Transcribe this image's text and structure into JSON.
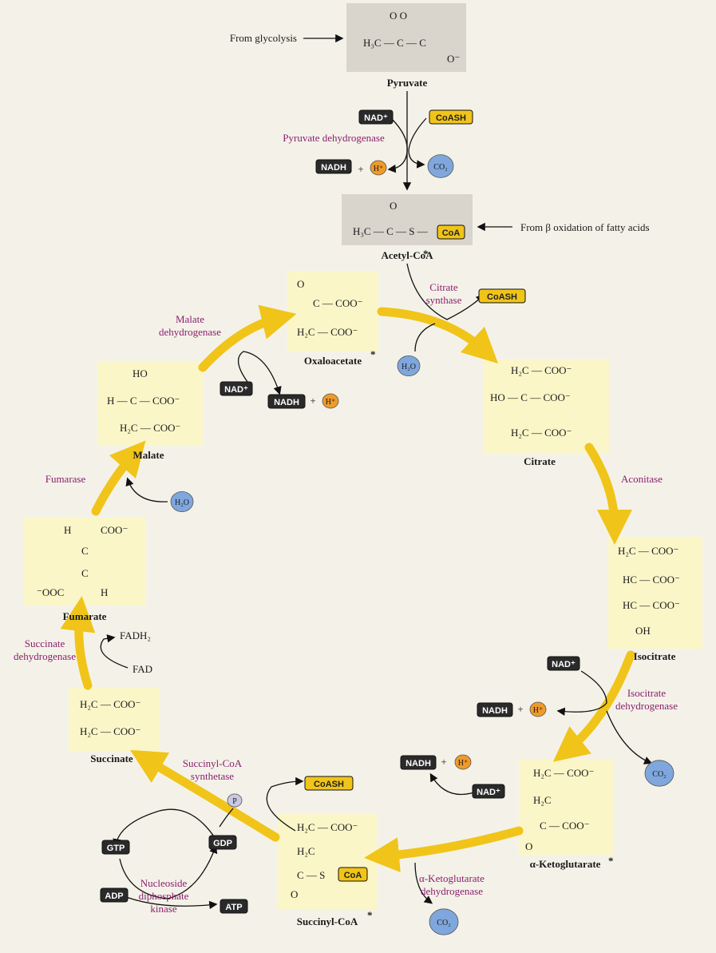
{
  "colors": {
    "box": "#fbf6c8",
    "boxGray": "#d9d4cc",
    "arrow": "#f0c419",
    "enzyme": "#8a1f6e",
    "coin": "#ef9a2a",
    "co2": "#7fa7dd",
    "token": "#2a2a2a"
  },
  "inputs": {
    "from_glycolysis": "From glycolysis",
    "from_fatty_acids": "From β oxidation of fatty acids"
  },
  "tokens": {
    "nad": "NAD⁺",
    "nadh": "NADH",
    "coash": "CoASH",
    "h": "H⁺",
    "co2": "CO₂",
    "h2o": "H₂O",
    "plus": "+",
    "gtp": "GTP",
    "gdp": "GDP",
    "adp": "ADP",
    "atp": "ATP",
    "p": "P",
    "fadh2": "FADH₂",
    "fad": "FAD",
    "coa": "CoA",
    "asterisk": "*"
  },
  "molecules": {
    "pyruvate": {
      "name": "Pyruvate",
      "lines": [
        "O  O",
        "H₃C — C — C",
        "O⁻"
      ]
    },
    "acetyl_coa": {
      "name": "Acetyl-CoA",
      "lines": [
        "O",
        "H₃C — C — S —"
      ]
    },
    "oxaloacetate": {
      "name": "Oxaloacetate",
      "lines": [
        "O",
        "C — COO⁻",
        "H₂C — COO⁻"
      ]
    },
    "citrate": {
      "name": "Citrate",
      "lines": [
        "H₂C — COO⁻",
        "HO — C — COO⁻",
        "H₂C — COO⁻"
      ]
    },
    "isocitrate": {
      "name": "Isocitrate",
      "lines": [
        "H₂C — COO⁻",
        "HC — COO⁻",
        "HC — COO⁻",
        "OH"
      ]
    },
    "ketoglutarate": {
      "name": "α-Ketoglutarate",
      "lines": [
        "H₂C — COO⁻",
        "H₂C",
        "C — COO⁻",
        "O"
      ]
    },
    "succinyl_coa": {
      "name": "Succinyl-CoA",
      "lines": [
        "H₂C — COO⁻",
        "H₂C",
        "C — S",
        "O"
      ]
    },
    "succinate": {
      "name": "Succinate",
      "lines": [
        "H₂C — COO⁻",
        "H₂C — COO⁻"
      ]
    },
    "fumarate": {
      "name": "Fumarate",
      "lines": [
        "H",
        "COO⁻",
        "C",
        "C",
        "⁻OOC",
        "H"
      ]
    },
    "malate": {
      "name": "Malate",
      "lines": [
        "HO",
        "H — C — COO⁻",
        "H₂C — COO⁻"
      ]
    }
  },
  "enzymes": {
    "pyruvate_dh": "Pyruvate dehydrogenase",
    "citrate_synthase": [
      "Citrate",
      "synthase"
    ],
    "aconitase": "Aconitase",
    "isocitrate_dh": [
      "Isocitrate",
      "dehydrogenase"
    ],
    "akg_dh": [
      "α-Ketoglutarate",
      "dehydrogenase"
    ],
    "succinyl_coa_synthetase": [
      "Succinyl-CoA",
      "synthetase"
    ],
    "ndp_kinase": [
      "Nucleoside",
      "diphosphate",
      "kinase"
    ],
    "succinate_dh": [
      "Succinate",
      "dehydrogenase"
    ],
    "fumarase": "Fumarase",
    "malate_dh": [
      "Malate",
      "dehydrogenase"
    ]
  }
}
